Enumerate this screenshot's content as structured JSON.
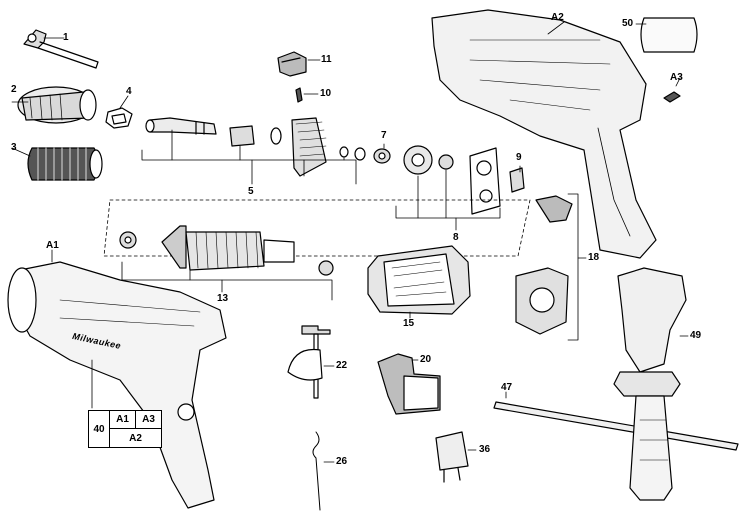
{
  "parts": {
    "p1": "1",
    "p2": "2",
    "p3": "3",
    "p4": "4",
    "p5": "5",
    "p7": "7",
    "p8": "8",
    "p9": "9",
    "p10": "10",
    "p11": "11",
    "p13": "13",
    "p15": "15",
    "p18": "18",
    "p20": "20",
    "p22": "22",
    "p26": "26",
    "p36": "36",
    "p47": "47",
    "p49": "49",
    "p50": "50",
    "pA1": "A1",
    "pA2": "A2",
    "pA3": "A3"
  },
  "key_table": {
    "ref": "40",
    "a1": "A1",
    "a3": "A3",
    "a2": "A2"
  },
  "brand": "Milwaukee"
}
